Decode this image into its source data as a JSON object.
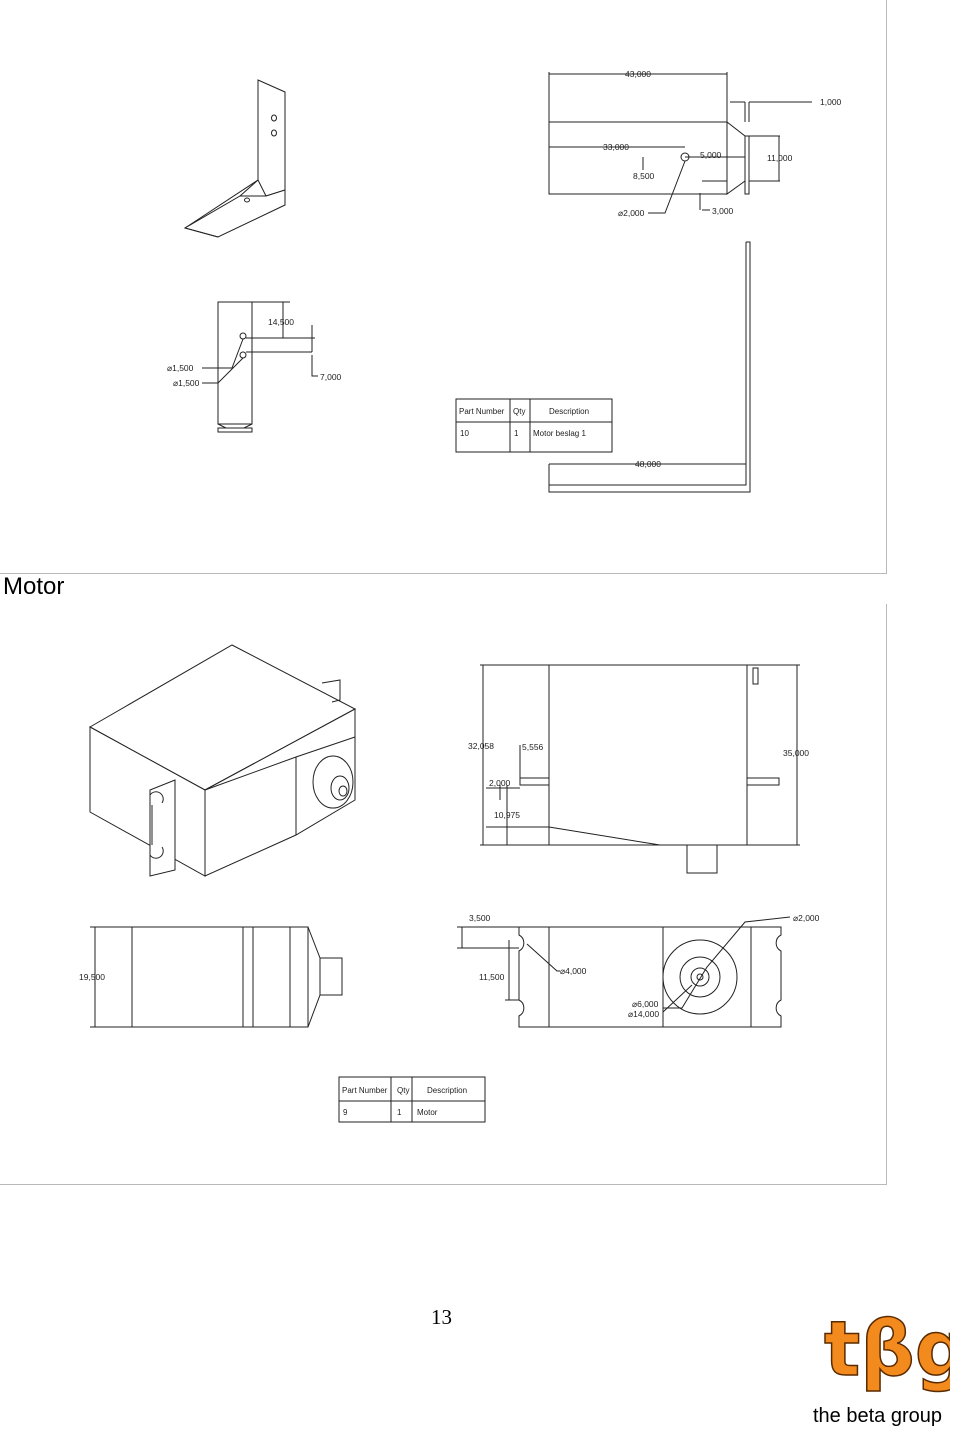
{
  "section_title": "Motor",
  "page_number": "13",
  "logo": {
    "mark": "tβg",
    "tagline": "the beta group",
    "color": "#f28a1d"
  },
  "drawing1": {
    "dims": {
      "d43": "43,000",
      "d1": "1,000",
      "d33": "33,000",
      "d5": "5,000",
      "d11": "11,000",
      "d85": "8,500",
      "dia2": "⌀2,000",
      "d3": "3,000",
      "d145": "14,500",
      "dia15a": "⌀1,500",
      "dia15b": "⌀1,500",
      "d7": "7,000",
      "d48": "48,000"
    },
    "table": {
      "headers": [
        "Part Number",
        "Qty",
        "Description"
      ],
      "row": [
        "10",
        "1",
        "Motor beslag 1"
      ]
    }
  },
  "drawing2": {
    "dims": {
      "d32": "32,058",
      "d5556": "5,556",
      "d35": "35,000",
      "d2": "2,000",
      "d10975": "10,975",
      "d35b": "3,500",
      "dia2b": "⌀2,000",
      "d195": "19,500",
      "dia4": "⌀4,000",
      "d115": "11,500",
      "dia6": "⌀6,000",
      "dia14": "⌀14,000"
    },
    "table": {
      "headers": [
        "Part Number",
        "Qty",
        "Description"
      ],
      "row": [
        "9",
        "1",
        "Motor"
      ]
    }
  }
}
